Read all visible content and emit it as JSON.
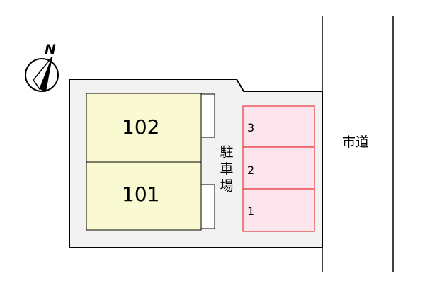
{
  "compass": {
    "label": "N"
  },
  "units": [
    {
      "number": "102",
      "fill": "#fafad2"
    },
    {
      "number": "101",
      "fill": "#fafad2"
    }
  ],
  "parking": {
    "label": "駐車場",
    "stroke": "#e8323c",
    "fill": "#fce4ec",
    "spaces": [
      "3",
      "2",
      "1"
    ]
  },
  "road": {
    "label": "市道"
  },
  "site": {
    "fill": "#f2f2f2"
  }
}
